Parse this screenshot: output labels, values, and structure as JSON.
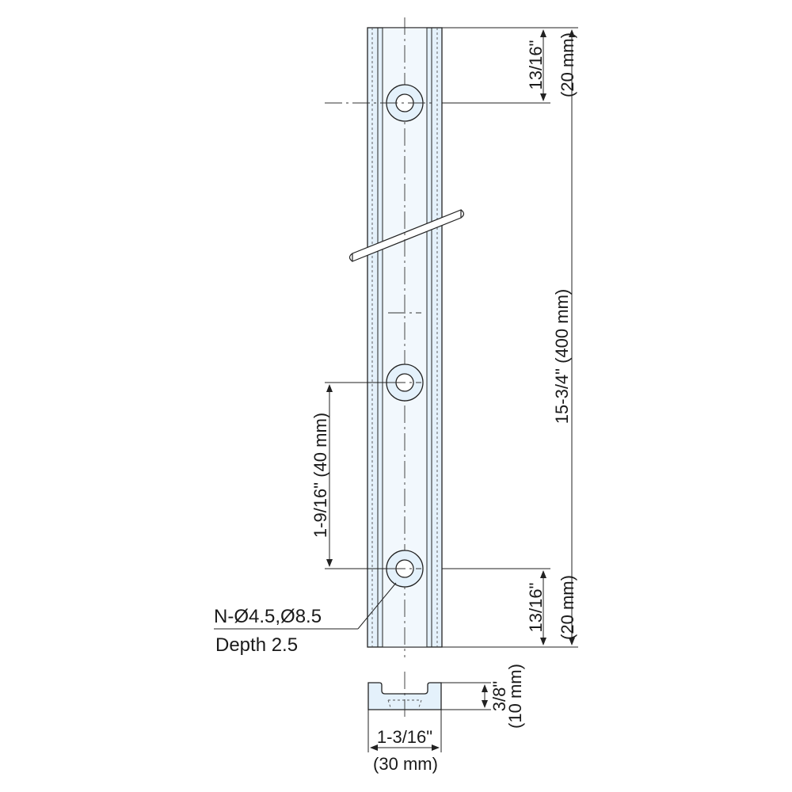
{
  "drawing": {
    "colors": {
      "body_fill": "#e4f1fb",
      "body_fill_light": "#f2f8fd",
      "line": "#222222"
    },
    "dimensions": {
      "top_pitch": {
        "inch": "13/16\"",
        "mm": "(20 mm)"
      },
      "total_length": {
        "inch": "15-3/4\"",
        "mm": "(400 mm)"
      },
      "hole_pitch": {
        "inch": "1-9/16\"",
        "mm": "(40 mm)"
      },
      "bottom_pitch": {
        "inch": "13/16\"",
        "mm": "(20 mm)"
      },
      "profile_height": {
        "inch": "3/8\"",
        "mm": "(10 mm)"
      },
      "profile_width": {
        "inch": "1-3/16\"",
        "mm": "(30 mm)"
      }
    },
    "callout": {
      "hole_spec": "N-Ø4.5,Ø8.5",
      "depth": "Depth 2.5"
    }
  }
}
